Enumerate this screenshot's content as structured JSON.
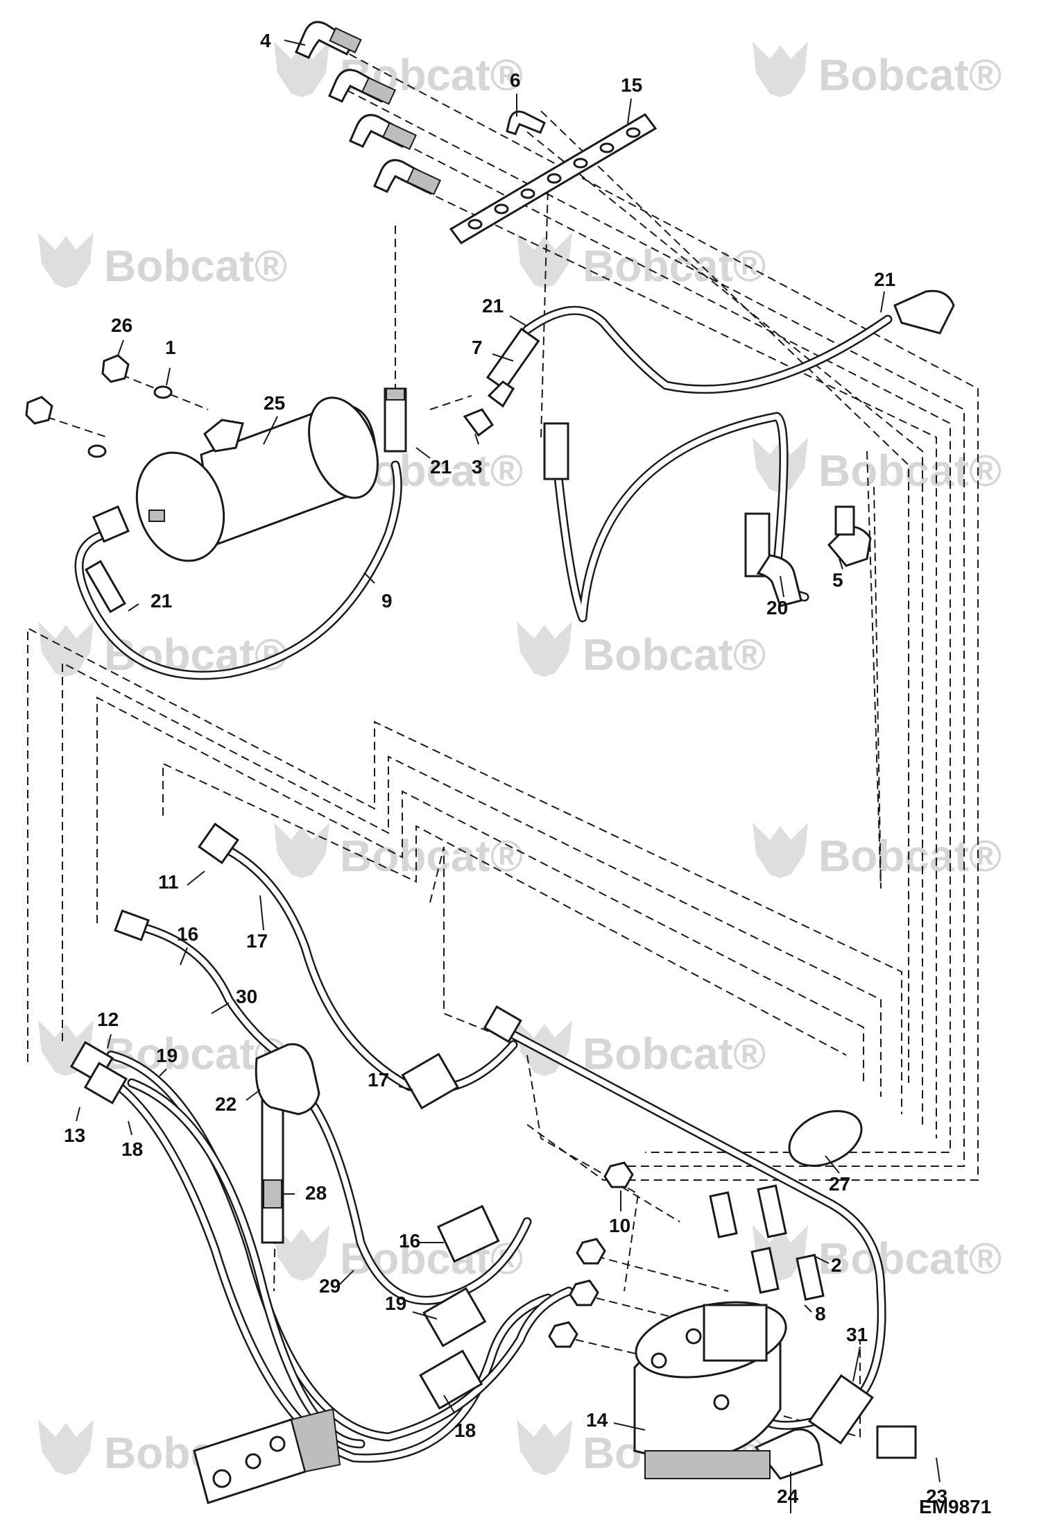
{
  "watermark": {
    "brand": "Bobcat",
    "mark": "®"
  },
  "document_id": "EM9871",
  "callouts": [
    {
      "id": "c-4",
      "text": "4"
    },
    {
      "id": "c-6",
      "text": "6"
    },
    {
      "id": "c-15",
      "text": "15"
    },
    {
      "id": "c-21a",
      "text": "21"
    },
    {
      "id": "c-21b",
      "text": "21"
    },
    {
      "id": "c-26",
      "text": "26"
    },
    {
      "id": "c-1",
      "text": "1"
    },
    {
      "id": "c-25",
      "text": "25"
    },
    {
      "id": "c-7",
      "text": "7"
    },
    {
      "id": "c-21c",
      "text": "21"
    },
    {
      "id": "c-3",
      "text": "3"
    },
    {
      "id": "c-21d",
      "text": "21"
    },
    {
      "id": "c-9",
      "text": "9"
    },
    {
      "id": "c-5",
      "text": "5"
    },
    {
      "id": "c-20",
      "text": "20"
    },
    {
      "id": "c-11",
      "text": "11"
    },
    {
      "id": "c-17a",
      "text": "17"
    },
    {
      "id": "c-16a",
      "text": "16"
    },
    {
      "id": "c-30",
      "text": "30"
    },
    {
      "id": "c-12",
      "text": "12"
    },
    {
      "id": "c-19a",
      "text": "19"
    },
    {
      "id": "c-17b",
      "text": "17"
    },
    {
      "id": "c-22",
      "text": "22"
    },
    {
      "id": "c-13",
      "text": "13"
    },
    {
      "id": "c-18a",
      "text": "18"
    },
    {
      "id": "c-27",
      "text": "27"
    },
    {
      "id": "c-10",
      "text": "10"
    },
    {
      "id": "c-28",
      "text": "28"
    },
    {
      "id": "c-2",
      "text": "2"
    },
    {
      "id": "c-16b",
      "text": "16"
    },
    {
      "id": "c-29",
      "text": "29"
    },
    {
      "id": "c-8",
      "text": "8"
    },
    {
      "id": "c-19b",
      "text": "19"
    },
    {
      "id": "c-31",
      "text": "31"
    },
    {
      "id": "c-14",
      "text": "14"
    },
    {
      "id": "c-18b",
      "text": "18"
    },
    {
      "id": "c-23",
      "text": "23"
    },
    {
      "id": "c-24",
      "text": "24"
    }
  ]
}
